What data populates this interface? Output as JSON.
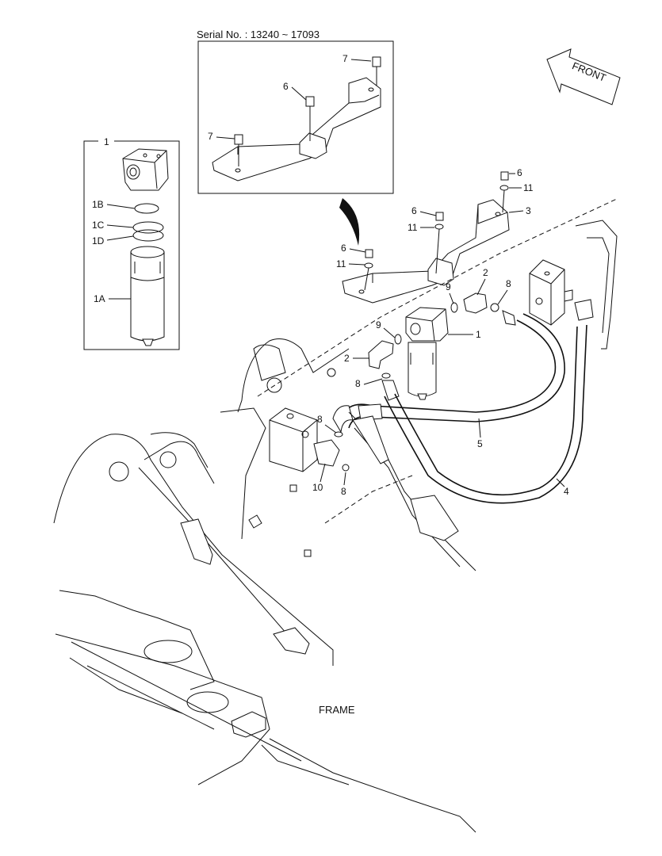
{
  "serial": "Serial No. : 13240 ~ 17093",
  "front_label": "FRONT",
  "frame_label": "FRAME",
  "callouts": {
    "filter_box_title": "1",
    "c1B": "1B",
    "c1C": "1C",
    "c1D": "1D",
    "c1A": "1A",
    "inset_7a": "7",
    "inset_6": "6",
    "inset_7b": "7",
    "r6_top": "6",
    "r11_top": "11",
    "r3": "3",
    "r6_mid": "6",
    "r11_mid": "11",
    "r6_low": "6",
    "r11_low": "11",
    "r9_right": "9",
    "r2_right": "2",
    "r8_right": "8",
    "r9_left": "9",
    "r1": "1",
    "r2_left": "2",
    "r8_left": "8",
    "r8_valve": "8",
    "r10": "10",
    "r8_bottom": "8",
    "r5": "5",
    "r4": "4"
  }
}
